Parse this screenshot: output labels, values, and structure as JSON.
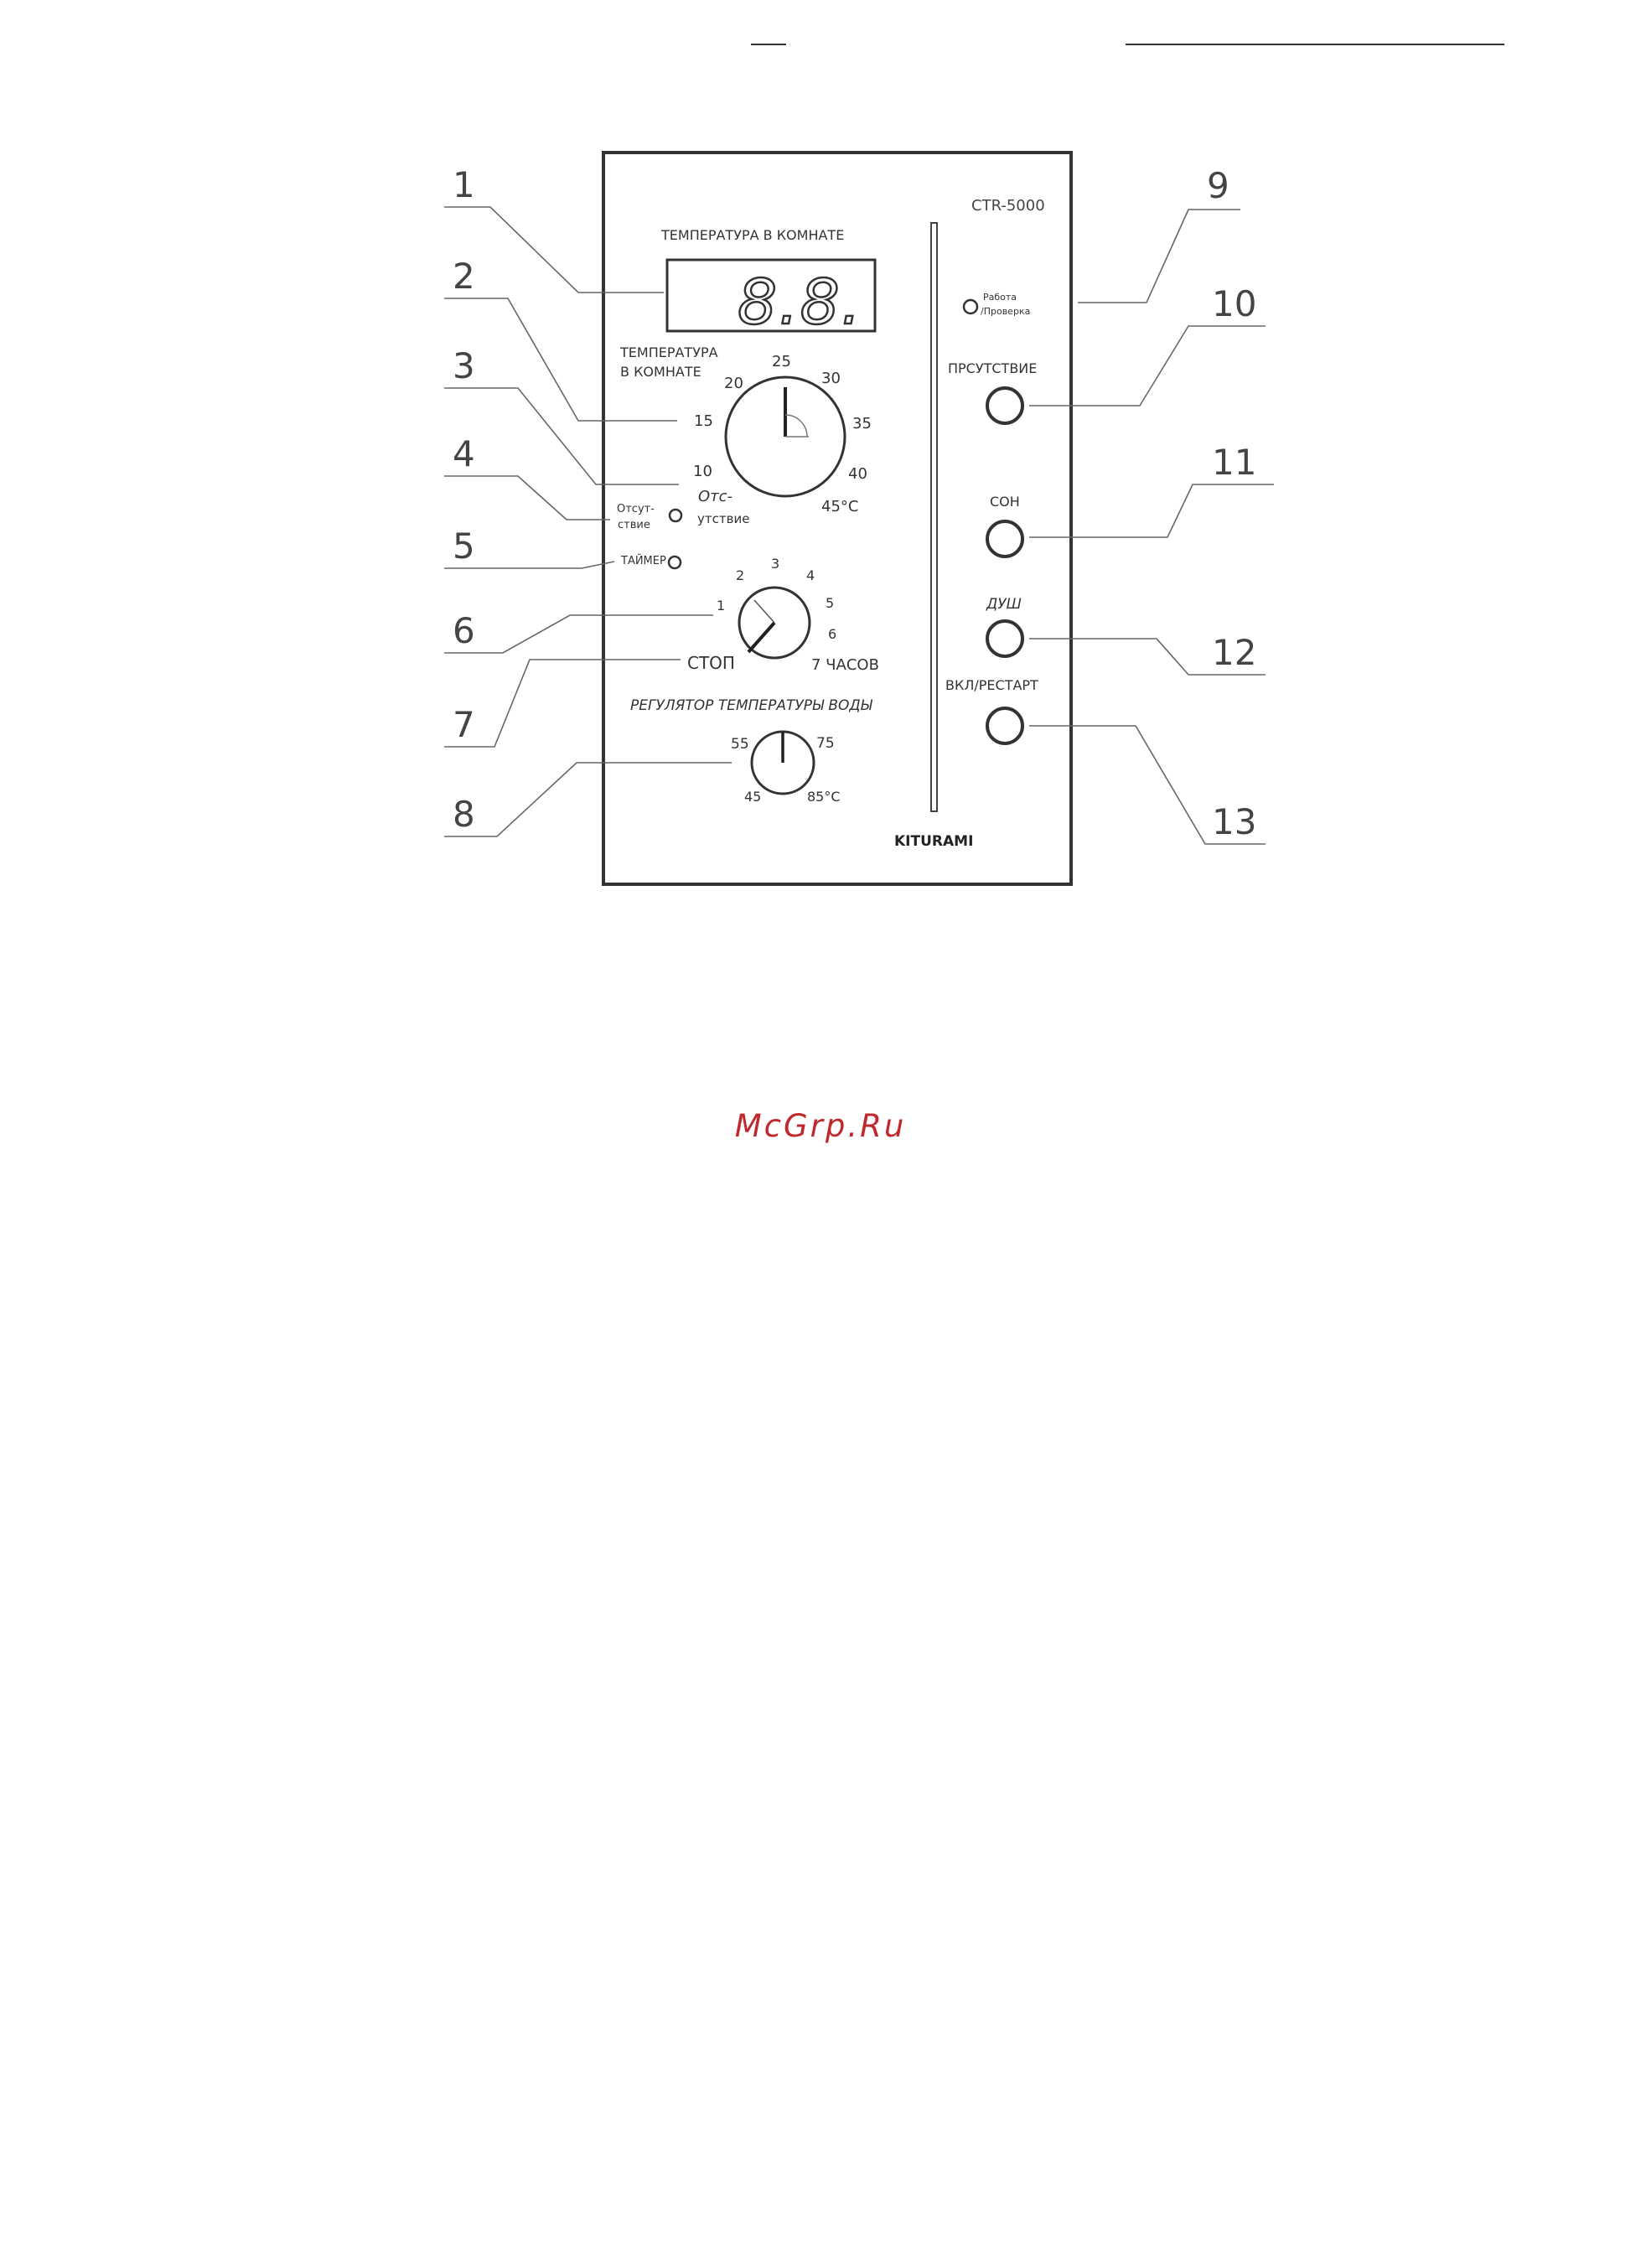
{
  "panel": {
    "model": "CTR-5000",
    "display_title": "ТЕМПЕРАТУРА В КОМНАТЕ",
    "display_value": "8.8.",
    "room_dial": {
      "title_line1": "ТЕМПЕРАТУРА",
      "title_line2": "В КОМНАТЕ",
      "scale": [
        "10",
        "15",
        "20",
        "25",
        "30",
        "35",
        "40",
        "45°C"
      ],
      "off_line1": "Отс-",
      "off_line2": "утствие"
    },
    "absence_line1": "Отсут-",
    "absence_line2": "ствие",
    "timer_label": "ТАЙМЕР",
    "timer_dial": {
      "scale": [
        "1",
        "2",
        "3",
        "4",
        "5",
        "6"
      ],
      "stop_label": "СТОП",
      "hours_label": "7 ЧАСОВ"
    },
    "water_dial": {
      "title": "РЕГУЛЯТОР ТЕМПЕРАТУРЫ ВОДЫ",
      "scale": [
        "45",
        "55",
        "75",
        "85°C"
      ]
    },
    "status_line1": "Работа",
    "status_line2": "/Проверка",
    "buttons": {
      "presence": "ПРСУТСТВИЕ",
      "sleep": "СОН",
      "shower": "ДУШ",
      "restart": "ВКЛ/РЕСТАРТ"
    },
    "brand": "KITURAMI"
  },
  "callouts": [
    "1",
    "2",
    "3",
    "4",
    "5",
    "6",
    "7",
    "8",
    "9",
    "10",
    "11",
    "12",
    "13"
  ],
  "watermark": "McGrp.Ru",
  "colors": {
    "ink": "#333333",
    "watermark": "#c0282d"
  }
}
